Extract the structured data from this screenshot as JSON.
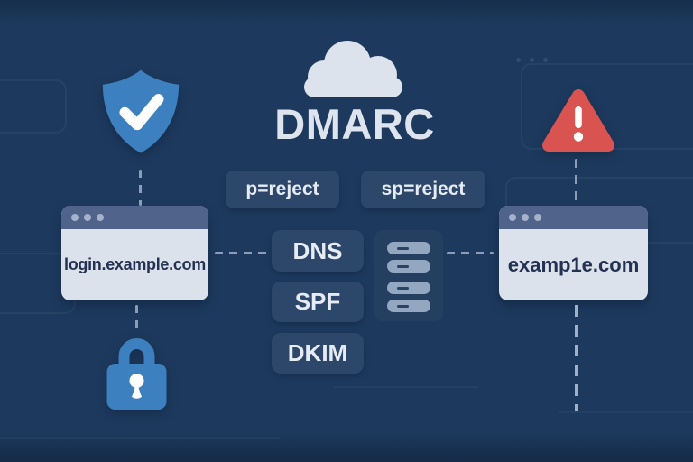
{
  "title": {
    "text": "DMARC"
  },
  "policy_badges": {
    "p": "p=reject",
    "sp": "sp=reject"
  },
  "record_badges": [
    {
      "label": "DNS"
    },
    {
      "label": "SPF"
    },
    {
      "label": "DKIM"
    }
  ],
  "windows": {
    "legitimate": {
      "domain": "login.example.com"
    },
    "spoofed": {
      "domain": "examp1e.com"
    }
  },
  "icons": {
    "shield": "shield-check-icon",
    "cloud": "cloud-icon",
    "warning": "warning-triangle-icon",
    "lock": "padlock-icon",
    "server": "dns-server-icon"
  },
  "colors": {
    "background": "#1d3a5e",
    "badge_background": "#2c4769",
    "accent_blue": "#3d80bf",
    "warning_red": "#d95450",
    "light_text": "#dde4ee",
    "window_header": "#50648b",
    "window_body": "#dbe2ec",
    "window_text": "#233252",
    "dash_line": "#8c9eb7",
    "server_bar": "#93a7c0"
  }
}
